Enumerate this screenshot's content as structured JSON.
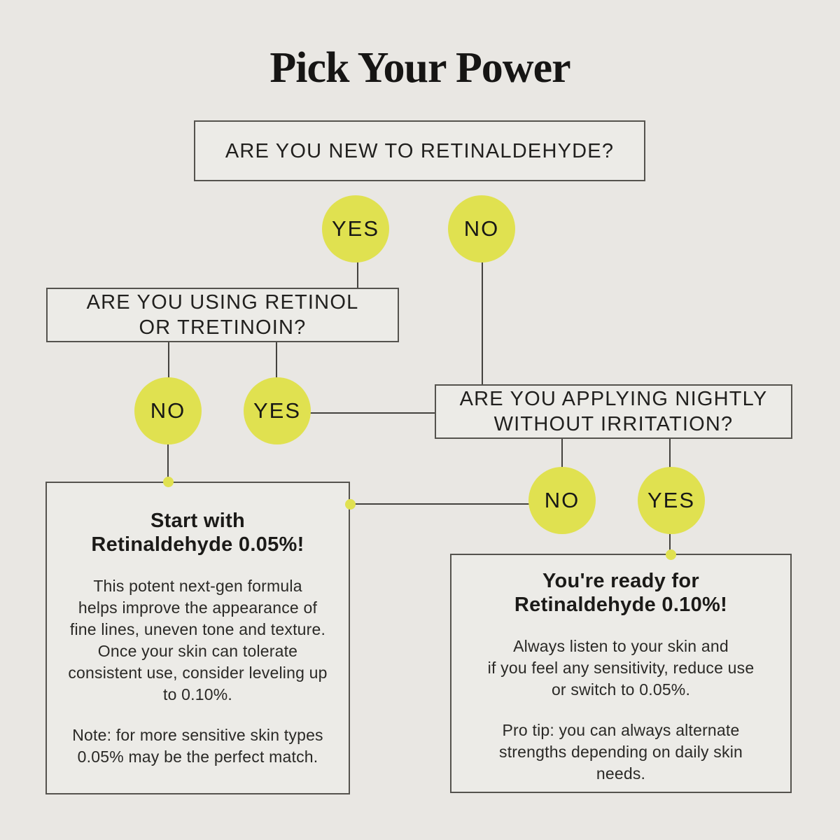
{
  "title": "Pick Your Power",
  "colors": {
    "background": "#e9e7e3",
    "box_fill": "#ecebe7",
    "box_border": "#55534e",
    "line": "#44423e",
    "accent": "#e0e150",
    "text": "#201f1d"
  },
  "flowchart": {
    "q1": {
      "question": "ARE YOU NEW TO RETINALDEHYDE?",
      "yes_label": "YES",
      "no_label": "NO"
    },
    "q2": {
      "question": "ARE YOU USING RETINOL\nOR TRETINOIN?",
      "no_label": "NO",
      "yes_label": "YES"
    },
    "q3": {
      "question": "ARE YOU APPLYING NIGHTLY\nWITHOUT IRRITATION?",
      "no_label": "NO",
      "yes_label": "YES"
    },
    "result_low": {
      "heading": "Start with\nRetinaldehyde 0.05%!",
      "body": "This potent next-gen formula\nhelps improve the appearance of\nfine lines, uneven tone and texture.\nOnce your skin can tolerate\nconsistent use, consider leveling up\nto 0.10%.",
      "note": "Note: for more sensitive skin types\n0.05% may be the perfect match."
    },
    "result_high": {
      "heading": "You're ready for\nRetinaldehyde 0.10%!",
      "body": "Always listen to your skin and\nif you feel any sensitivity, reduce use\nor switch to 0.05%.",
      "tip": "Pro tip: you can always alternate\nstrengths depending on daily skin\nneeds."
    }
  }
}
